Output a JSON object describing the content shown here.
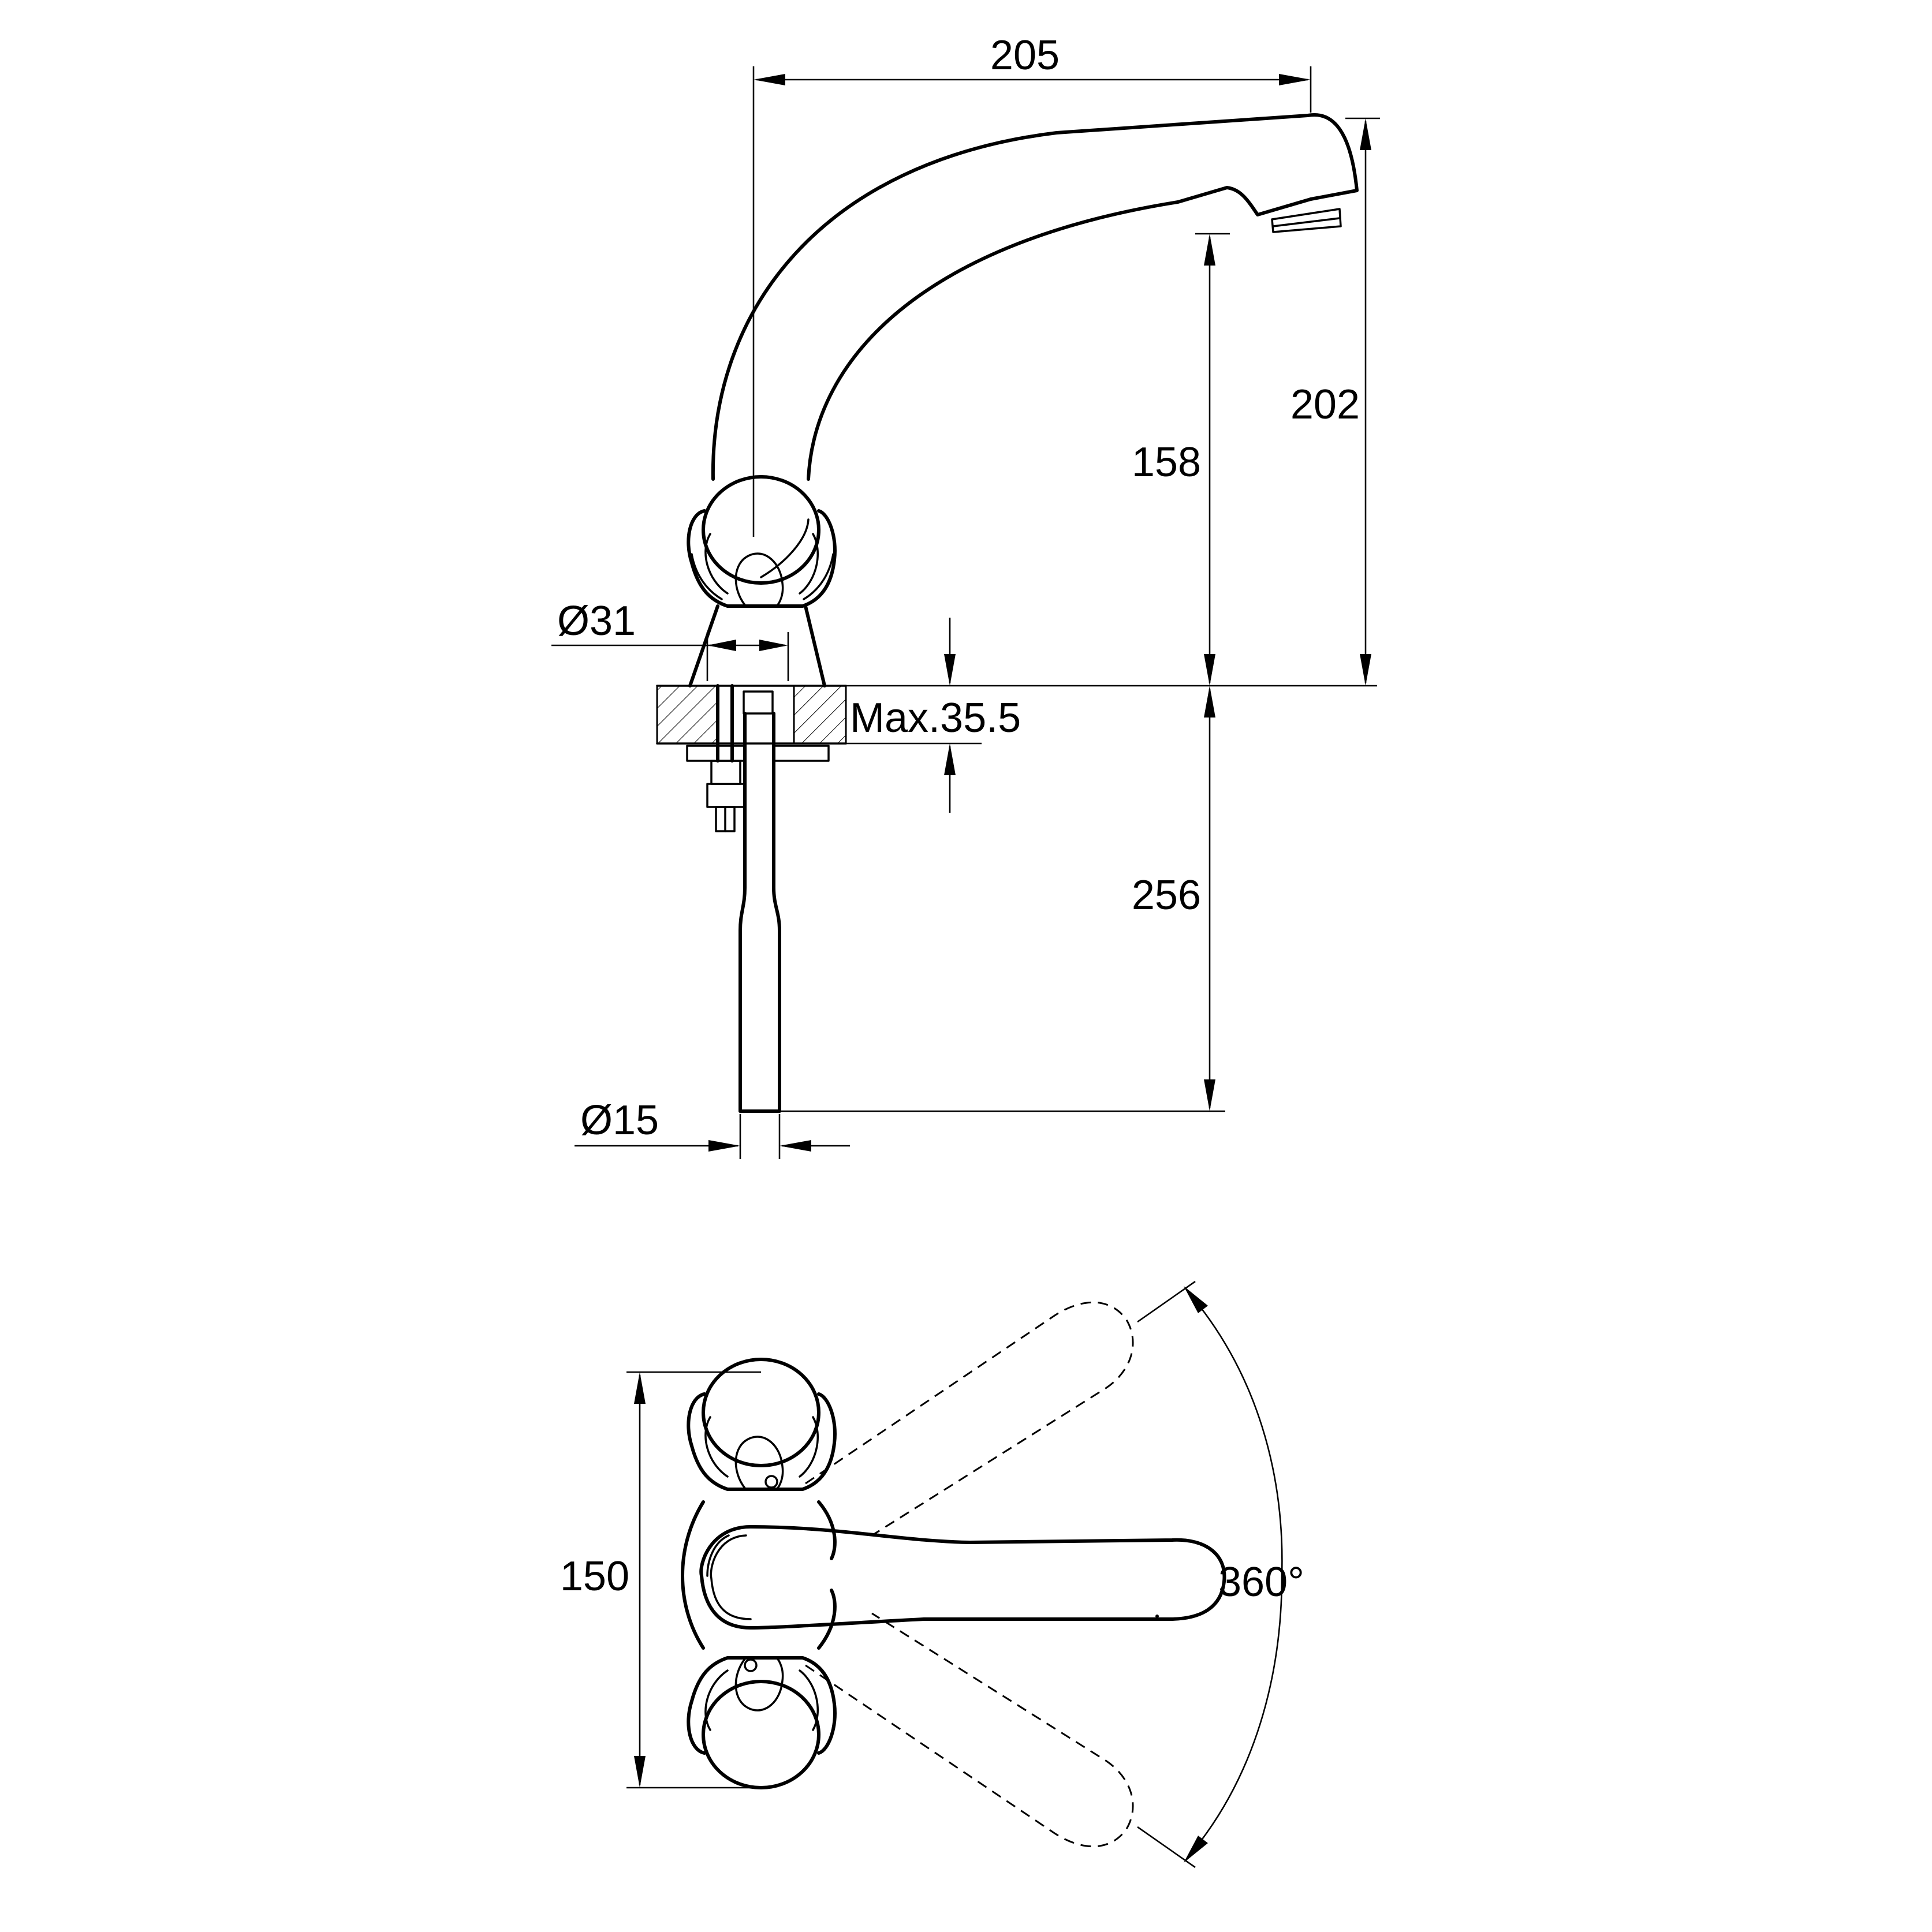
{
  "dimensions": {
    "spout_reach": "205",
    "total_height": "202",
    "spout_height": "158",
    "base_diameter": "Ø31",
    "max_deck_thickness": "Max.35.5",
    "tail_length": "256",
    "tail_diameter": "Ø15",
    "body_width": "150",
    "swivel_angle": "360°"
  },
  "colors": {
    "line": "#000000",
    "background": "#ffffff"
  }
}
